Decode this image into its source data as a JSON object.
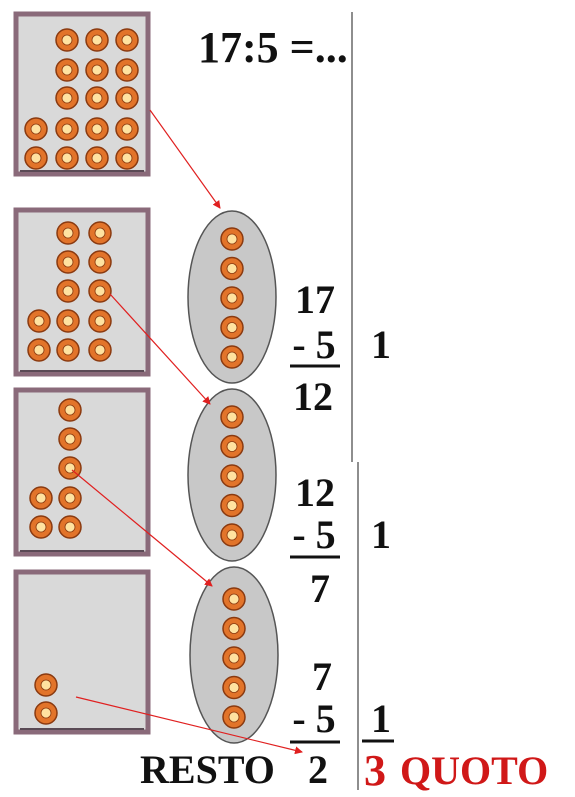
{
  "title": "17:5 =...",
  "steps": [
    {
      "dividend": "17",
      "subtrahend": "- 5",
      "result": "12",
      "quotient_digit": "1",
      "ellipse_rings": 5
    },
    {
      "dividend": "12",
      "subtrahend": "- 5",
      "result": "7",
      "quotient_digit": "1",
      "ellipse_rings": 5
    },
    {
      "dividend": "7",
      "subtrahend": "- 5",
      "result": "2",
      "quotient_digit": "1",
      "ellipse_rings": 5
    }
  ],
  "remainder_label": "RESTO",
  "quotient_value": "3",
  "quotient_label": "QUOTO",
  "colors": {
    "ring_outer": "#e2742a",
    "ring_inner": "#ffe2a0",
    "ring_edge": "#8a3a10",
    "box_border": "#8a6a7a",
    "box_fill": "#d9d9d9",
    "ellipse_fill": "#c8c8c8",
    "arrow": "#e02020",
    "result_red": "#d01818"
  }
}
